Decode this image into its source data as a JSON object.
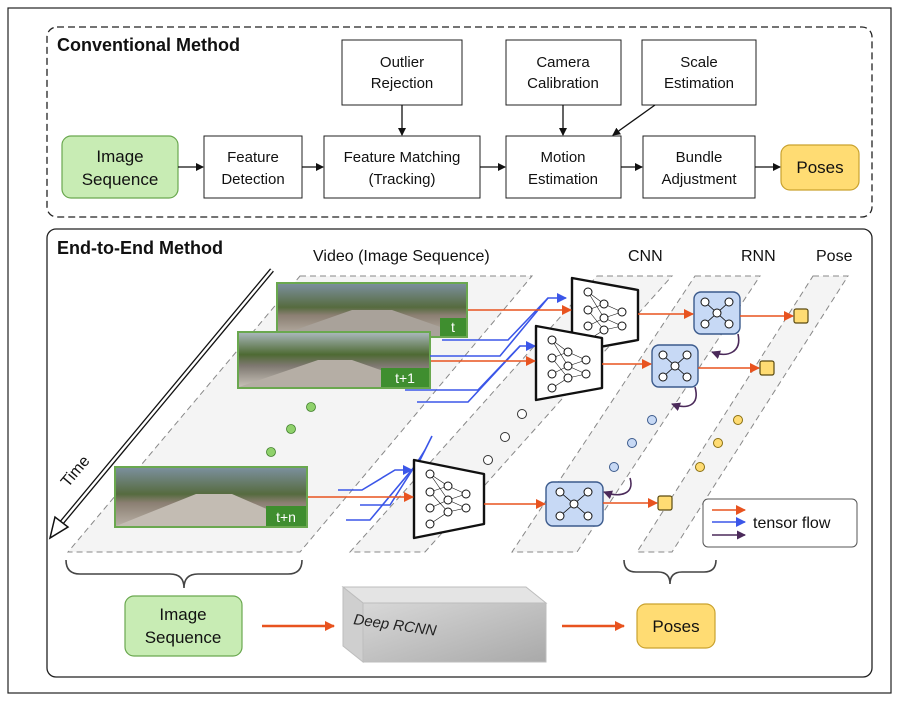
{
  "conventional": {
    "title": "Conventional Method",
    "top_boxes": [
      {
        "id": "outlier",
        "lines": [
          "Outlier",
          "Rejection"
        ]
      },
      {
        "id": "camera",
        "lines": [
          "Camera",
          "Calibration"
        ]
      },
      {
        "id": "scale",
        "lines": [
          "Scale",
          "Estimation"
        ]
      }
    ],
    "pipeline": [
      {
        "id": "image-sequence",
        "lines": [
          "Image",
          "Sequence"
        ]
      },
      {
        "id": "feature-detection",
        "lines": [
          "Feature",
          "Detection"
        ]
      },
      {
        "id": "feature-matching",
        "lines": [
          "Feature Matching",
          "(Tracking)"
        ]
      },
      {
        "id": "motion-estimation",
        "lines": [
          "Motion",
          "Estimation"
        ]
      },
      {
        "id": "bundle-adjustment",
        "lines": [
          "Bundle",
          "Adjustment"
        ]
      },
      {
        "id": "poses",
        "lines": [
          "Poses"
        ]
      }
    ]
  },
  "end_to_end": {
    "title": "End-to-End Method",
    "column_labels": {
      "video": "Video (Image Sequence)",
      "cnn": "CNN",
      "rnn": "RNN",
      "pose": "Pose"
    },
    "time_label": "Time",
    "frame_labels": [
      "t",
      "t+1",
      "t+n"
    ],
    "legend_label": "tensor flow",
    "bottom": {
      "input": [
        "Image",
        "Sequence"
      ],
      "model": "Deep RCNN",
      "output": "Poses"
    }
  },
  "colors": {
    "green_fill": "#c8ecb4",
    "green_stroke": "#6aa84f",
    "yellow_fill": "#ffdc73",
    "yellow_stroke": "#c9a22f",
    "blue_fill": "#c7d9f5",
    "blue_stroke": "#3b5a8c",
    "orange_arrow": "#e8531f",
    "blue_arrow": "#3b56e8",
    "purple_arrow": "#4b2a5a"
  }
}
